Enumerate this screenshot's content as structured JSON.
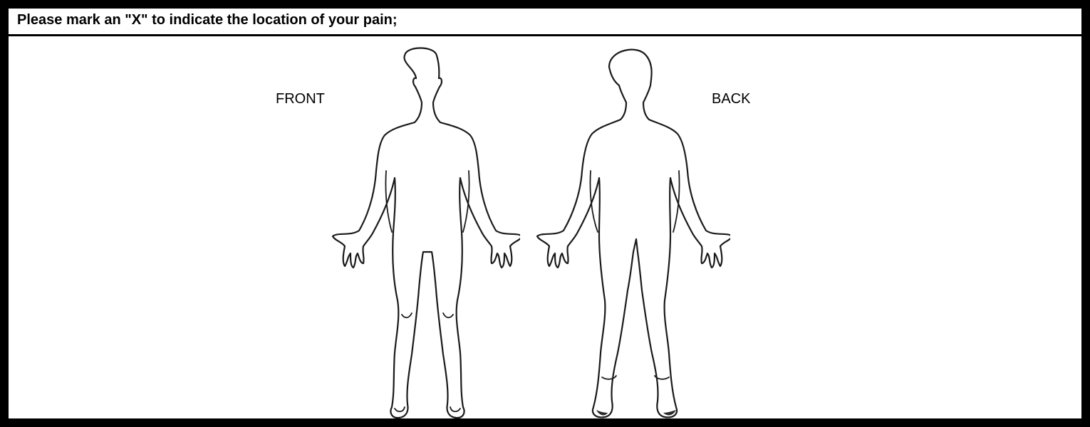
{
  "form": {
    "instruction": "Please mark an \"X\" to indicate the location of your pain;",
    "front_label": "FRONT",
    "back_label": "BACK"
  },
  "colors": {
    "frame": "#000000",
    "background": "#ffffff",
    "outline": "#1a1a1a"
  },
  "icons": {
    "front_figure": "body-front-icon",
    "back_figure": "body-back-icon"
  }
}
